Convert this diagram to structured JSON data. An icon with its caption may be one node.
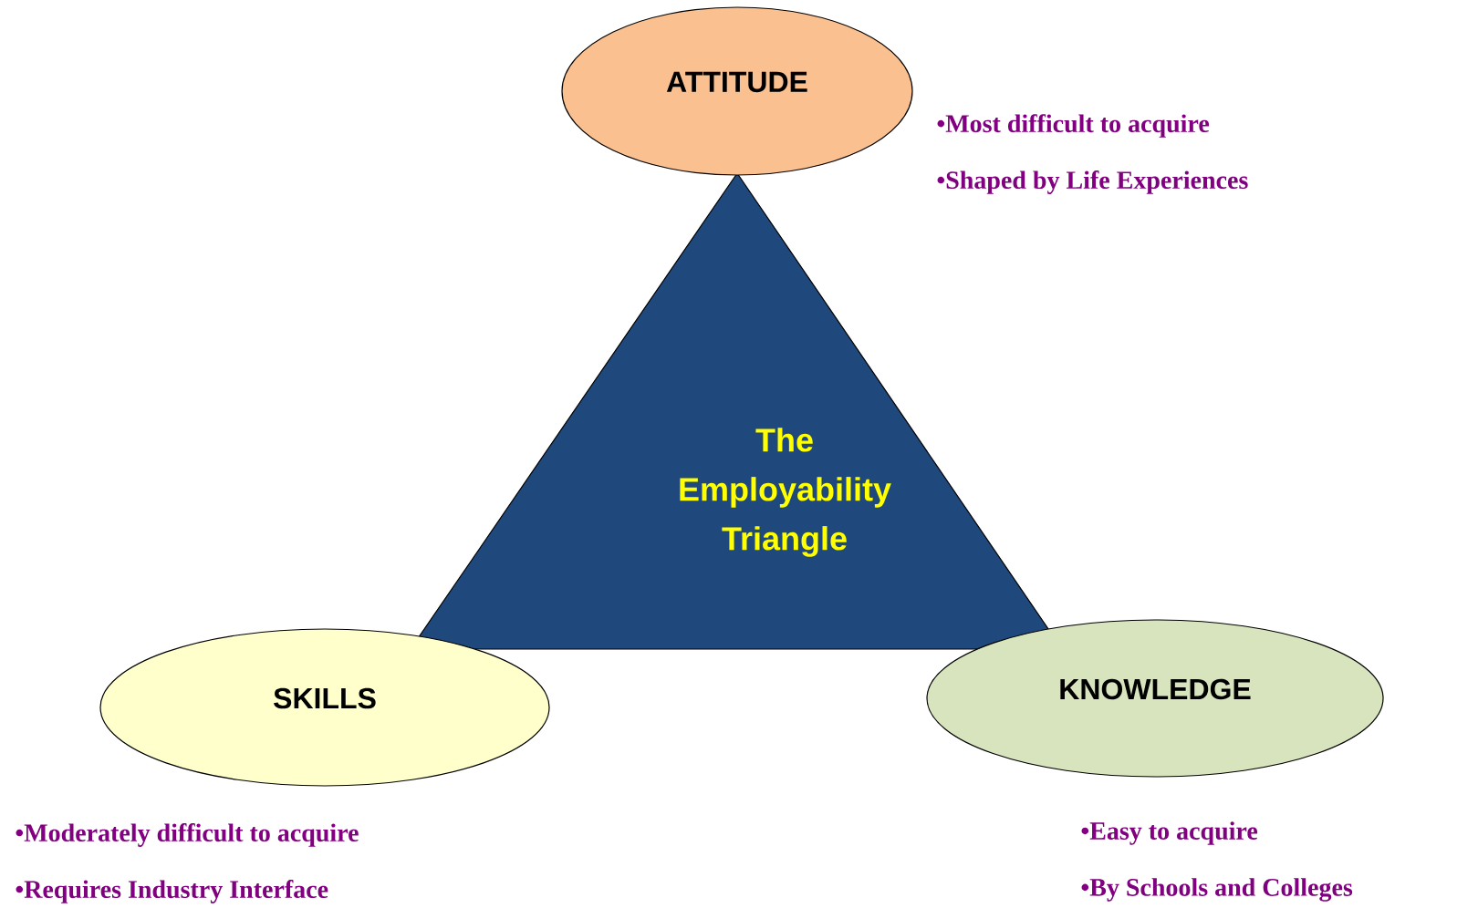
{
  "diagram": {
    "nodes": [
      {
        "text": [
          "The Employability Triangle"
        ]
      },
      {
        "text": [
          "ATTITUDE"
        ]
      },
      {
        "text": [
          "SKILLS"
        ],
        "beside": [
          "•Moderately difficult to acquire",
          "•Requires Industry Interface"
        ]
      },
      {
        "text": [
          "KNOWLEDGE"
        ],
        "beside": [
          "•Easy to acquire",
          "•By Schools and Colleges"
        ]
      }
    ],
    "labels": [
      "•Most difficult to acquire",
      "•Shaped by Life Experiences"
    ]
  }
}
